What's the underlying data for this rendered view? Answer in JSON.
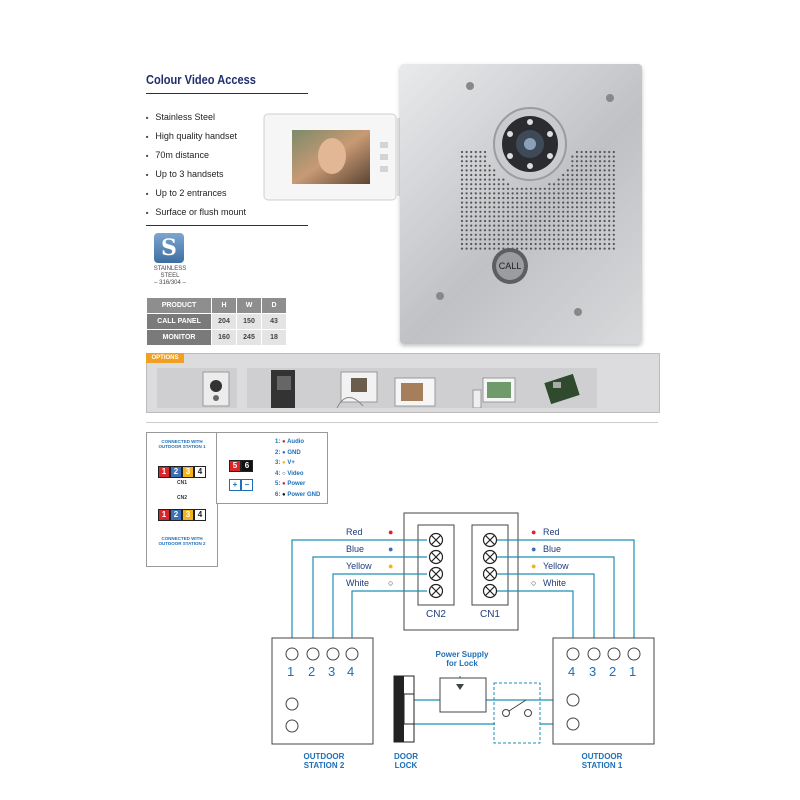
{
  "header": {
    "title": "Colour Video Access"
  },
  "features": [
    "Stainless Steel",
    "High quality handset",
    "70m distance",
    "Up to 3 handsets",
    "Up to 2 entrances",
    "Surface or flush mount"
  ],
  "badge": {
    "letter": "S",
    "line1": "STAINLESS",
    "line2": "STEEL",
    "line3": "– 316/304 –"
  },
  "dimensions": {
    "headers": [
      "PRODUCT",
      "H",
      "W",
      "D"
    ],
    "rows": [
      [
        "CALL PANEL",
        "204",
        "150",
        "43"
      ],
      [
        "MONITOR",
        "160",
        "245",
        "18"
      ]
    ]
  },
  "panel": {
    "call_label": "CALL"
  },
  "options": {
    "label": "OPTIONS"
  },
  "connector_legend": {
    "top_label_line1": "CONNECTED WITH",
    "top_label_line2": "OUTDOOR STATION 1",
    "cn1": "CN1",
    "cn2": "CN2",
    "bottom_label_line1": "CONNECTED WITH",
    "bottom_label_line2": "OUTDOOR STATION 2",
    "numbers": [
      "1",
      "2",
      "3",
      "4"
    ],
    "number_colors": [
      "#d9262a",
      "#3c6fb6",
      "#f2b31c",
      "#ffffff"
    ],
    "power_numbers": [
      "5",
      "6"
    ],
    "plus": "+",
    "minus": "–",
    "pins": [
      {
        "num": "1:",
        "label": "Audio",
        "color": "#d9262a"
      },
      {
        "num": "2:",
        "label": "GND",
        "color": "#3c6fb6"
      },
      {
        "num": "3:",
        "label": "V+",
        "color": "#f2b31c"
      },
      {
        "num": "4:",
        "label": "Video",
        "color": "#ffffff"
      },
      {
        "num": "5:",
        "label": "Power",
        "color": "#d9262a"
      },
      {
        "num": "6:",
        "label": "Power GND",
        "color": "#111111"
      }
    ]
  },
  "wiring": {
    "wires": [
      {
        "label": "Red",
        "color": "#d9262a"
      },
      {
        "label": "Blue",
        "color": "#3c6fb6"
      },
      {
        "label": "Yellow",
        "color": "#f2b31c"
      },
      {
        "label": "White",
        "color": "#ffffff"
      }
    ],
    "cn2": "CN2",
    "cn1": "CN1",
    "left_terminals": [
      "1",
      "2",
      "3",
      "4"
    ],
    "right_terminals": [
      "4",
      "3",
      "2",
      "1"
    ],
    "power_line1": "Power Supply",
    "power_line2": "for Lock",
    "outdoor2_line1": "OUTDOOR",
    "outdoor2_line2": "STATION 2",
    "door_line1": "DOOR",
    "door_line2": "LOCK",
    "outdoor1_line1": "OUTDOOR",
    "outdoor1_line2": "STATION 1"
  }
}
